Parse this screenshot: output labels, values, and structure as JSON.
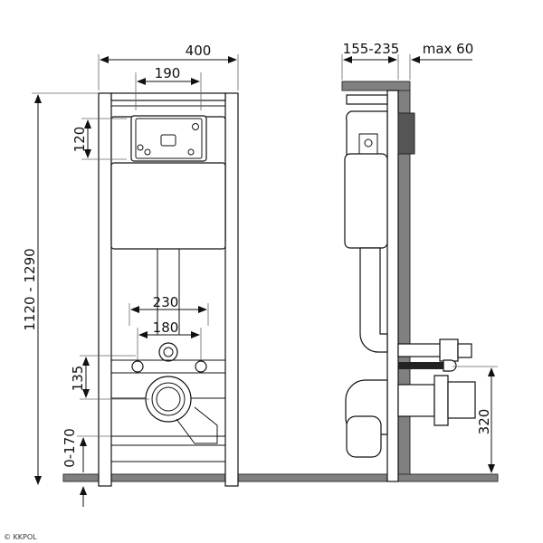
{
  "dimensions": {
    "frame_width": "400",
    "panel_width": "190",
    "panel_height": "120",
    "total_height": "1120 - 1290",
    "bolt_spacing_outer": "230",
    "bolt_spacing_inner": "180",
    "bolt_to_drain": "135",
    "foot_adjust": "0-170",
    "depth": "155-235",
    "wall_max": "max 60",
    "drain_height": "320"
  },
  "copyright": "© KKPOL",
  "colors": {
    "wall": "#808080",
    "line": "#111111"
  }
}
